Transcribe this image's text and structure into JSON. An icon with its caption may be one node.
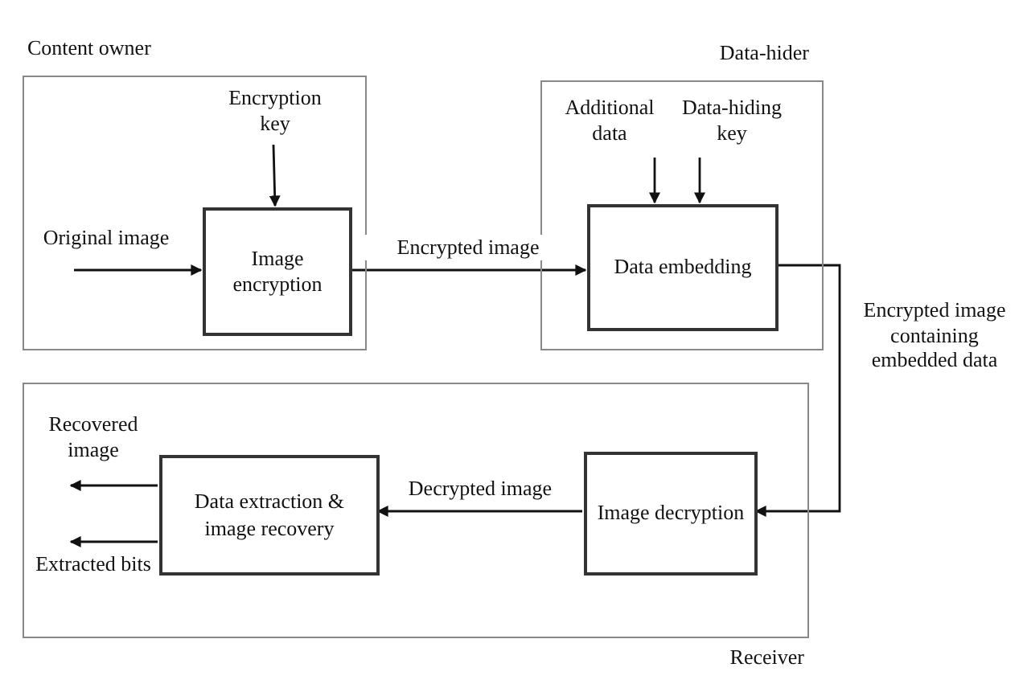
{
  "diagram": {
    "nodes": [
      {
        "text": [
          "Content owner"
        ]
      },
      {
        "text": [
          "Encryption key"
        ],
        "in": 0
      },
      {
        "text": [
          "Image encryption"
        ],
        "in": 0
      },
      {
        "text": [
          "Data-hider"
        ]
      },
      {
        "text": [
          "Additional data"
        ],
        "in": 3
      },
      {
        "text": [
          "Data-hiding key"
        ],
        "in": 3
      },
      {
        "text": [
          "Data embedding"
        ],
        "in": 3
      },
      {
        "text": [
          "Receiver"
        ]
      },
      {
        "text": [
          "Data extraction & image recovery"
        ],
        "in": 7
      },
      {
        "text": [
          "Image decryption"
        ],
        "in": 7
      }
    ],
    "edges": [
      {
        "from": 1,
        "to": 2,
        "arrow": "to"
      },
      {
        "from": null,
        "to": 2,
        "arrow": "to",
        "label": "Original image"
      },
      {
        "from": 2,
        "to": 6,
        "arrow": "to",
        "label": "Encrypted image"
      },
      {
        "from": 4,
        "to": 6,
        "arrow": "to"
      },
      {
        "from": 5,
        "to": 6,
        "arrow": "to"
      },
      {
        "from": 6,
        "to": 9,
        "arrow": "to",
        "label": "Encrypted image containing embedded data"
      },
      {
        "from": 9,
        "to": 8,
        "arrow": "to",
        "label": "Decrypted image"
      },
      {
        "from": 8,
        "to": null,
        "arrow": "to",
        "label": "Recovered image"
      },
      {
        "from": 8,
        "to": null,
        "arrow": "to",
        "label": "Extracted bits"
      }
    ]
  }
}
